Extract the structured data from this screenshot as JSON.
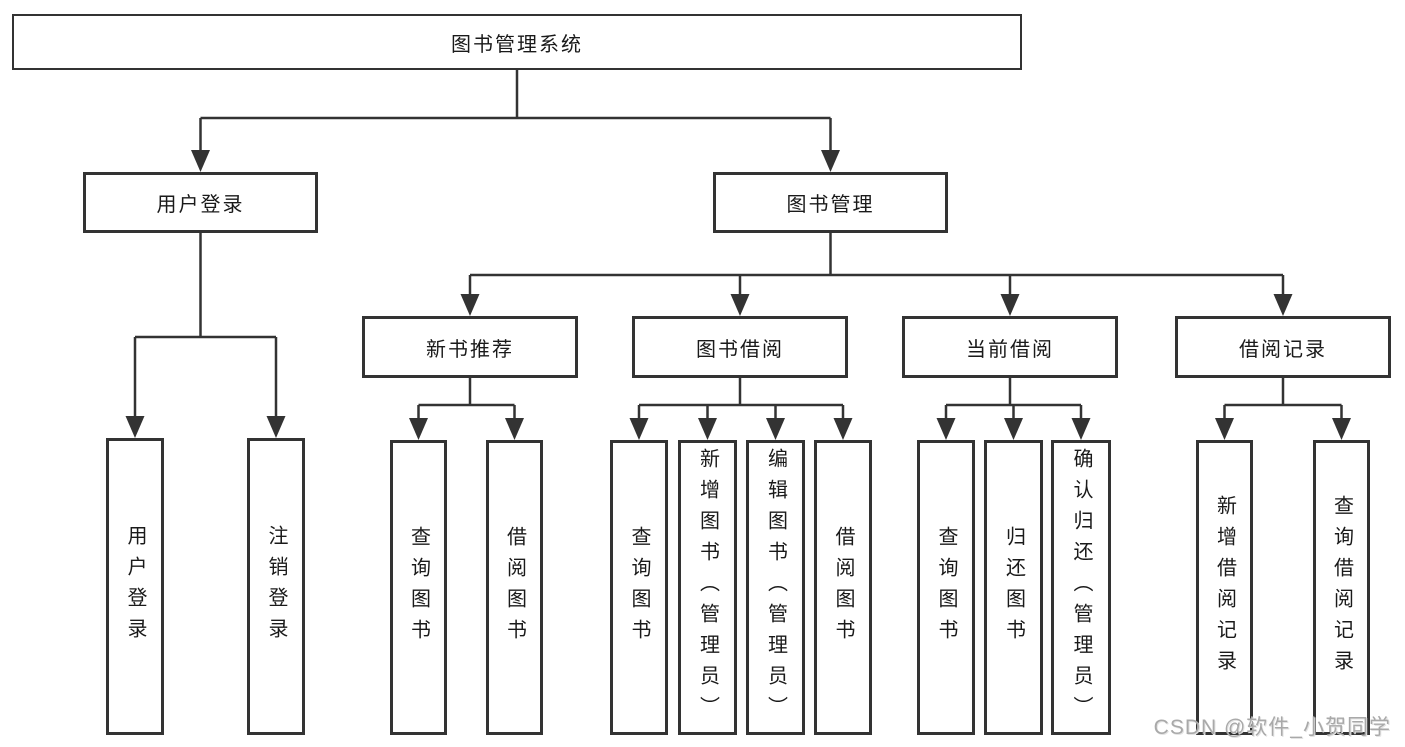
{
  "watermark": "CSDN @软件_小贺同学",
  "colors": {
    "line": "#333333",
    "box_border": "#333333",
    "text": "#1a1a1a",
    "watermark": "#a9a9a9",
    "background": "#ffffff"
  },
  "diagram": {
    "root": {
      "label": "图书管理系统"
    },
    "user": {
      "label": "用户登录",
      "children": [
        {
          "label": "用户登录"
        },
        {
          "label": "注销登录"
        }
      ]
    },
    "book": {
      "label": "图书管理",
      "sections": [
        {
          "label": "新书推荐",
          "children": [
            {
              "label": "查询图书"
            },
            {
              "label": "借阅图书"
            }
          ]
        },
        {
          "label": "图书借阅",
          "children": [
            {
              "label": "查询图书"
            },
            {
              "label": "新增图书（管理员）"
            },
            {
              "label": "编辑图书（管理员）"
            },
            {
              "label": "借阅图书"
            }
          ]
        },
        {
          "label": "当前借阅",
          "children": [
            {
              "label": "查询图书"
            },
            {
              "label": "归还图书"
            },
            {
              "label": "确认归还（管理员）"
            }
          ]
        },
        {
          "label": "借阅记录",
          "children": [
            {
              "label": "新增借阅记录"
            },
            {
              "label": "查询借阅记录"
            }
          ]
        }
      ]
    }
  }
}
